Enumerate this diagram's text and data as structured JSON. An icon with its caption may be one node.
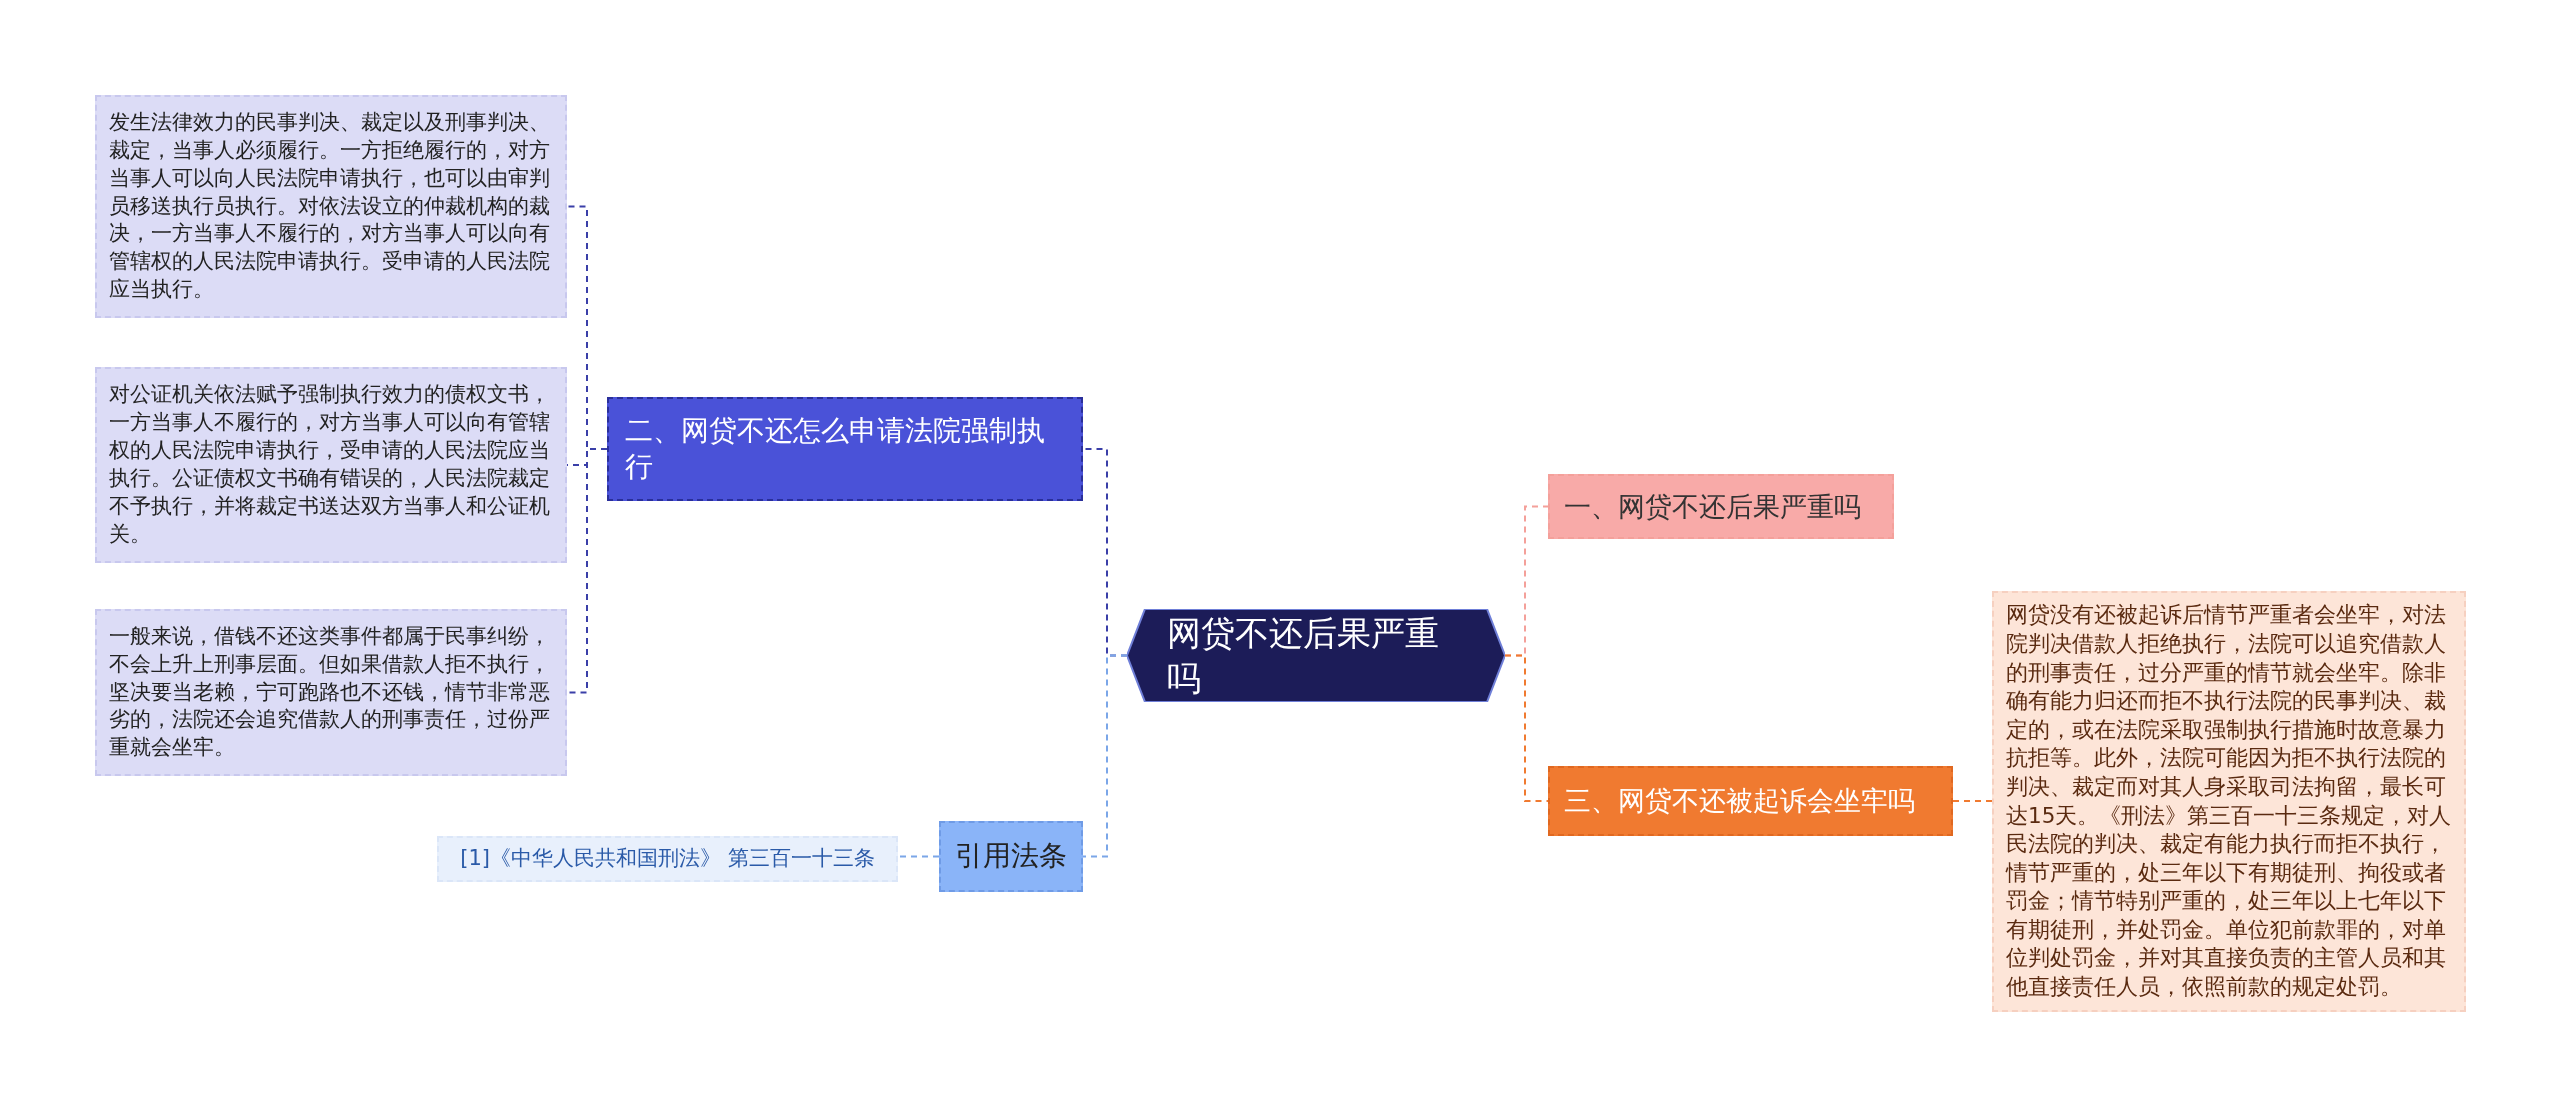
{
  "diagram": {
    "nodes": [
      {
        "text": [
          "网贷不还后果严重吗"
        ]
      },
      {
        "text": [
          "二、网贷不还怎么申请法院强制执行"
        ]
      },
      {
        "text": [
          "发生法律效力的民事判决、裁定以及刑事判决、裁定，当事人必须履行。一方拒绝履行的，对方当事人可以向人民法院申请执行，也可以由审判员移送执行员执行。对依法设立的仲裁机构的裁决，一方当事人不履行的，对方当事人可以向有管辖权的人民法院申请执行。受申请的人民法院应当执行。"
        ]
      },
      {
        "text": [
          "对公证机关依法赋予强制执行效力的债权文书，一方当事人不履行的，对方当事人可以向有管辖权的人民法院申请执行，受申请的人民法院应当执行。公证债权文书确有错误的，人民法院裁定不予执行，并将裁定书送达双方当事人和公证机关。"
        ]
      },
      {
        "text": [
          "一般来说，借钱不还这类事件都属于民事纠纷，不会上升上刑事层面。但如果借款人拒不执行，坚决要当老赖，宁可跑路也不还钱，情节非常恶劣的，法院还会追究借款人的刑事责任，过份严重就会坐牢。"
        ]
      },
      {
        "text": [
          "引用法条"
        ]
      },
      {
        "text": [
          "[1]《中华人民共和国刑法》 第三百一十三条"
        ]
      },
      {
        "text": [
          "一、网贷不还后果严重吗"
        ]
      },
      {
        "text": [
          "三、网贷不还被起诉会坐牢吗"
        ]
      },
      {
        "text": [
          "网贷没有还被起诉后情节严重者会坐牢，对法院判决借款人拒绝执行，法院可以追究借款人的刑事责任，过分严重的情节就会坐牢。除非确有能力归还而拒不执行法院的民事判决、裁定的，或在法院采取强制执行措施时故意暴力抗拒等。此外，法院可能因为拒不执行法院的判决、裁定而对其人身采取司法拘留，最长可达15天。《刑法》第三百一十三条规定，对人民法院的判决、裁定有能力执行而拒不执行，情节严重的，处三年以下有期徒刑、拘役或者罚金；情节特别严重的，处三年以上七年以下有期徒刑，并处罚金。单位犯前款罪的，对单位判处罚金，并对其直接负责的主管人员和其他直接责任人员，依照前款的规定处罚。"
        ]
      }
    ],
    "edges": [
      {
        "from": 0,
        "to": 1,
        "arrow": "none",
        "style": "dashed",
        "color": "#3a3fa8"
      },
      {
        "from": 0,
        "to": 5,
        "arrow": "none",
        "style": "dashed",
        "color": "#7ba6e8"
      },
      {
        "from": 0,
        "to": 7,
        "arrow": "none",
        "style": "dashed",
        "color": "#f4a09a"
      },
      {
        "from": 0,
        "to": 8,
        "arrow": "none",
        "style": "dashed",
        "color": "#f07a30"
      },
      {
        "from": 1,
        "to": 2,
        "arrow": "none",
        "style": "dashed",
        "color": "#3a3fa8"
      },
      {
        "from": 1,
        "to": 3,
        "arrow": "none",
        "style": "dashed",
        "color": "#3a3fa8"
      },
      {
        "from": 1,
        "to": 4,
        "arrow": "none",
        "style": "dashed",
        "color": "#3a3fa8"
      },
      {
        "from": 5,
        "to": 6,
        "arrow": "none",
        "style": "dashed",
        "color": "#7ba6e8"
      },
      {
        "from": 8,
        "to": 9,
        "arrow": "none",
        "style": "dashed",
        "color": "#f07a30"
      }
    ]
  }
}
